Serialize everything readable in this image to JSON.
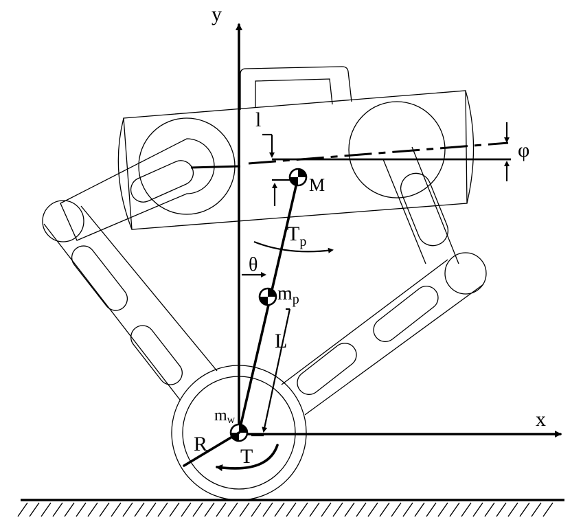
{
  "labels": {
    "y_axis": "y",
    "x_axis": "x",
    "body_offset": "l",
    "pitch_angle": "φ",
    "body_mass": "M",
    "leg_torque": "T",
    "leg_torque_sub": "p",
    "leg_angle": "θ",
    "pendulum_mass": "m",
    "pendulum_mass_sub": "p",
    "leg_length": "L",
    "wheel_mass": "m",
    "wheel_mass_sub": "w",
    "wheel_radius": "R",
    "wheel_torque": "T"
  }
}
